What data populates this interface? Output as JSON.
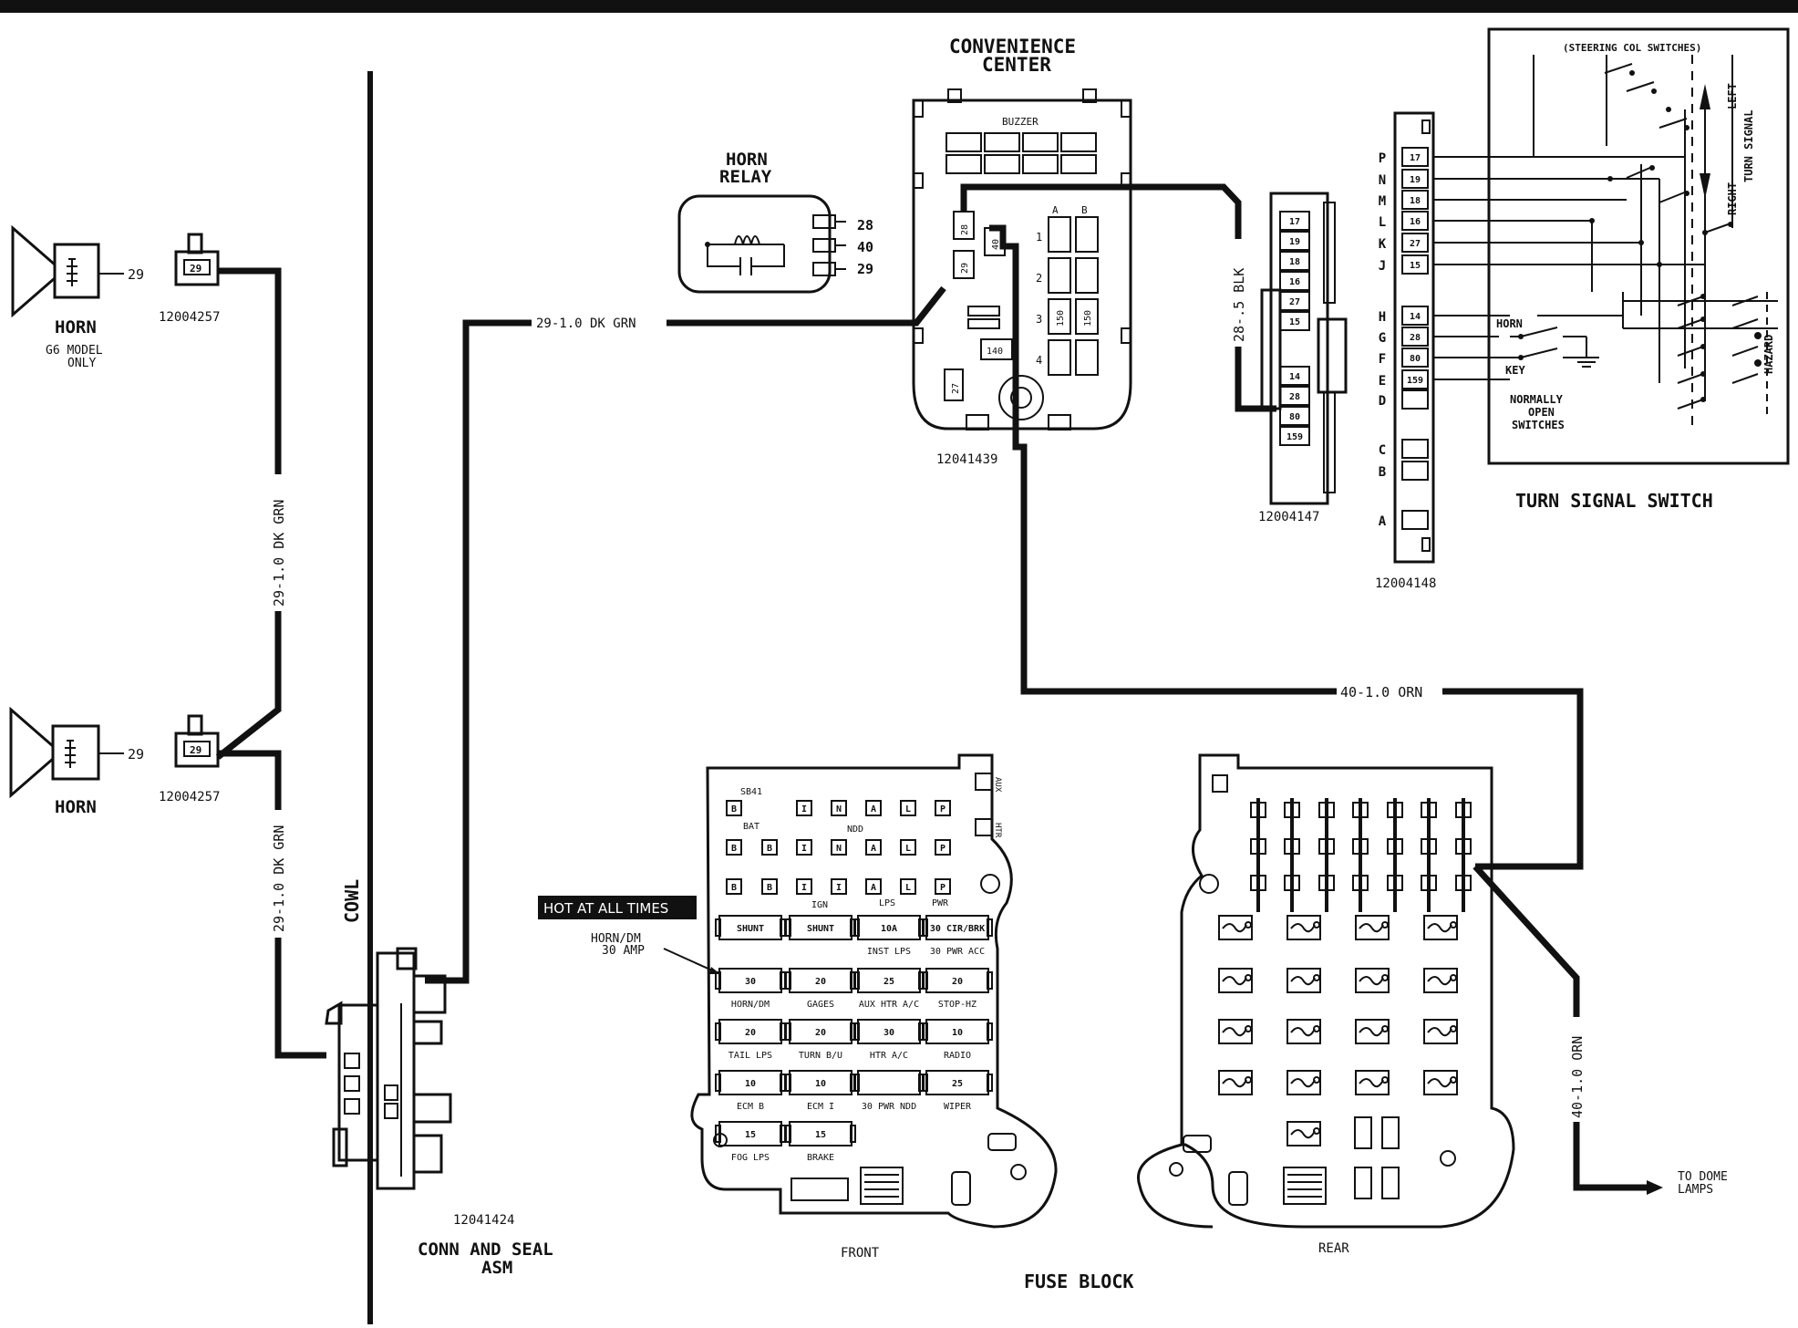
{
  "labels": {
    "convenience_center": [
      "CONVENIENCE",
      "CENTER"
    ],
    "buzzer": "BUZZER",
    "horn_relay": [
      "HORN",
      "RELAY"
    ],
    "horn_relay_pins": [
      "28",
      "40",
      "29"
    ],
    "horn_upper": "HORN",
    "horn_upper_note": [
      "G6 MODEL",
      "ONLY"
    ],
    "horn_lower": "HORN",
    "horn_pin": "29",
    "horn_conn_pin": "29",
    "conn_upper_part": "12004257",
    "conn_lower_part": "12004257",
    "cowl": "COWL",
    "conn_seal": [
      "CONN AND SEAL",
      "ASM"
    ],
    "conn_seal_part": "12041424",
    "cc_part": "12041439",
    "conn_mid_part": "12004147",
    "conn_right_part": "12004148",
    "turn_signal_switch": "TURN SIGNAL SWITCH",
    "steering_col": "(STEERING COL SWITCHES)",
    "left": "LEFT",
    "right": "RIGHT",
    "turn_signal": "TURN SIGNAL",
    "hazard": "HAZARD",
    "horn_sw": "HORN",
    "key_sw": "KEY",
    "normally_open": [
      "NORMALLY",
      "OPEN",
      "SWITCHES"
    ],
    "fuse_block": "FUSE BLOCK",
    "front": "FRONT",
    "rear": "REAR",
    "hot_at_all_times": "HOT AT ALL TIMES",
    "horn_dm_30amp": [
      "HORN/DM",
      "30 AMP"
    ],
    "to_dome": [
      "TO DOME",
      "LAMPS"
    ]
  },
  "wires": {
    "w_horn_vert": "29-1.0 DK GRN",
    "w_horn_lower": "29-1.0 DK GRN",
    "w_cc": "29-1.0 DK GRN",
    "w_blk": "28-.5 BLK",
    "w_orn_h": "40-1.0 ORN",
    "w_orn_v": "40-1.0 ORN"
  },
  "cc_cells": [
    "28",
    "29",
    "40",
    "140",
    "27",
    "150",
    "150"
  ],
  "cc_rows": [
    "1",
    "2",
    "3",
    "4"
  ],
  "cc_cols": [
    "A",
    "B"
  ],
  "conn_mid_pins": [
    "17",
    "19",
    "18",
    "16",
    "27",
    "15",
    "14",
    "28",
    "80",
    "159"
  ],
  "conn_right": [
    {
      "letter": "P",
      "pin": "17"
    },
    {
      "letter": "N",
      "pin": "19"
    },
    {
      "letter": "M",
      "pin": "18"
    },
    {
      "letter": "L",
      "pin": "16"
    },
    {
      "letter": "K",
      "pin": "27"
    },
    {
      "letter": "J",
      "pin": "15"
    },
    {
      "letter": "H",
      "pin": "14"
    },
    {
      "letter": "G",
      "pin": "28"
    },
    {
      "letter": "F",
      "pin": "80"
    },
    {
      "letter": "E",
      "pin": "159"
    },
    {
      "letter": "D",
      "pin": ""
    },
    {
      "letter": "C",
      "pin": ""
    },
    {
      "letter": "B",
      "pin": ""
    },
    {
      "letter": "A",
      "pin": ""
    }
  ],
  "fuse_front": {
    "sb41": "SB41",
    "sat": "BAT",
    "ndd": "NDD",
    "ign": "IGN",
    "lps": "LPS",
    "pwr": "PWR",
    "aux": "AUX",
    "htr": "HTR",
    "top_row_letters": [
      "B",
      "I",
      "N",
      "A",
      "L",
      "P"
    ],
    "row2_letters": [
      "B",
      "B",
      "I",
      "N",
      "A",
      "L",
      "P"
    ],
    "row3_letters": [
      "B",
      "B",
      "I",
      "I",
      "A",
      "L",
      "P"
    ],
    "fuses": [
      {
        "top": "SHUNT",
        "bottom": ""
      },
      {
        "top": "SHUNT",
        "bottom": ""
      },
      {
        "top": "10A",
        "bottom": "INST LPS"
      },
      {
        "top": "30 CIR/BRK",
        "bottom": "30 PWR ACC"
      },
      {
        "top": "30",
        "bottom": "HORN/DM"
      },
      {
        "top": "20",
        "bottom": "GAGES"
      },
      {
        "top": "25",
        "bottom": "AUX HTR A/C"
      },
      {
        "top": "20",
        "bottom": "STOP-HZ"
      },
      {
        "top": "20",
        "bottom": "TAIL LPS"
      },
      {
        "top": "20",
        "bottom": "TURN B/U"
      },
      {
        "top": "30",
        "bottom": "HTR A/C"
      },
      {
        "top": "10",
        "bottom": "RADIO"
      },
      {
        "top": "10",
        "bottom": "ECM B"
      },
      {
        "top": "10",
        "bottom": "ECM I"
      },
      {
        "top": "",
        "bottom": "30 PWR NDD"
      },
      {
        "top": "25",
        "bottom": "WIPER"
      },
      {
        "top": "15",
        "bottom": "FOG LPS"
      },
      {
        "top": "15",
        "bottom": "BRAKE"
      }
    ]
  }
}
